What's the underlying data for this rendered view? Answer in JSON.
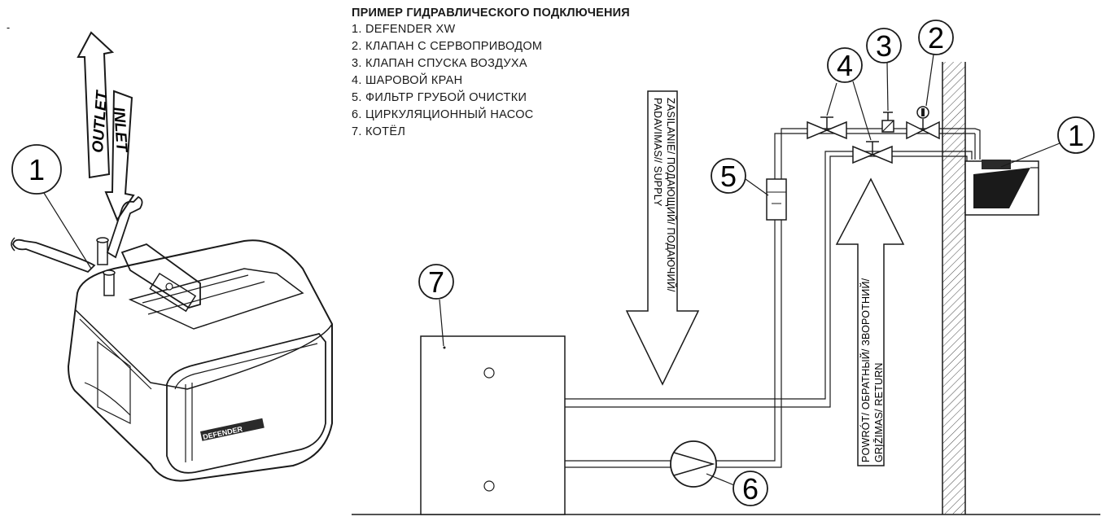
{
  "legend": {
    "title": "ПРИМЕР ГИДРАВЛИЧЕСКОГО ПОДКЛЮЧЕНИЯ",
    "items": [
      "1. DEFENDER XW",
      "2. КЛАПАН С СЕРВОПРИВОДОМ",
      "3. КЛАПАН СПУСКА ВОЗДУХА",
      "4. ШАРОВОЙ КРАН",
      "5. ФИЛЬТР ГРУБОЙ ОЧИСТКИ",
      "6. ЦИРКУЛЯЦИОННЫЙ НАСОС",
      "7. КОТЁЛ"
    ]
  },
  "corner_mark": "-",
  "install": {
    "marker": "1",
    "outlet_label": "OUTLET",
    "inlet_label": "INLET",
    "device_brand": "DEFENDER"
  },
  "markers": {
    "m1": "1",
    "m2": "2",
    "m3": "3",
    "m4": "4",
    "m5": "5",
    "m6": "6",
    "m7": "7"
  },
  "flows": {
    "supply_line1": "ZASILANIE/ ПОДАЮЩИЙ/ ПОДАЮЧИЙ/",
    "supply_line2": "PADAVIMAS// SUPPLY",
    "return_line1": "POWRÓT/ OБРАТНЫЙ/ ЗВОРОТНИЙ/",
    "return_line2": "GRĮŽIMAS/ RETURN"
  }
}
